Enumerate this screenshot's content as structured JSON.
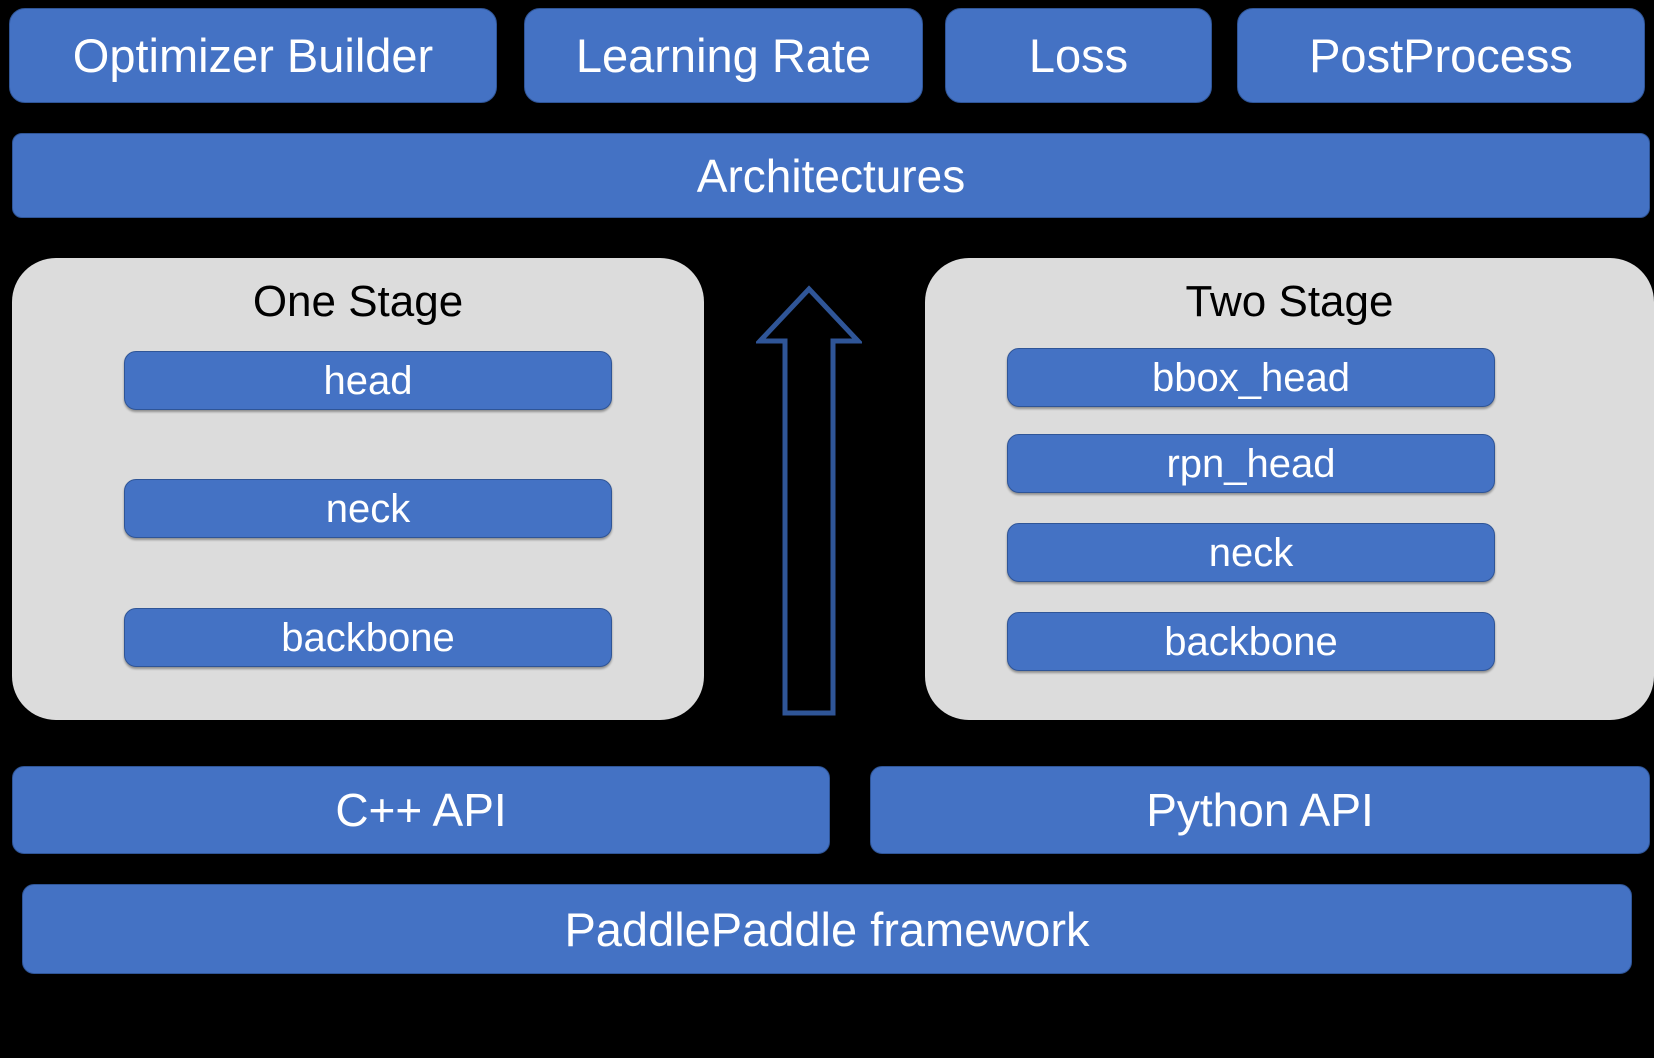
{
  "diagram": {
    "title": "PaddleDetection architecture stack",
    "colors": {
      "background": "#000000",
      "box_fill": "#4472c4",
      "box_border": "#2f5597",
      "box_text": "#ffffff",
      "panel_fill": "#dcdcdc",
      "panel_text": "#000000",
      "arrow_stroke": "#2f5597"
    },
    "top_row": [
      {
        "label": "Optimizer Builder"
      },
      {
        "label": "Learning Rate"
      },
      {
        "label": "Loss"
      },
      {
        "label": "PostProcess"
      }
    ],
    "architectures": {
      "label": "Architectures"
    },
    "stages": [
      {
        "title": "One Stage",
        "items": [
          {
            "label": "head"
          },
          {
            "label": "neck"
          },
          {
            "label": "backbone"
          }
        ]
      },
      {
        "title": "Two Stage",
        "items": [
          {
            "label": "bbox_head"
          },
          {
            "label": "rpn_head"
          },
          {
            "label": "neck"
          },
          {
            "label": "backbone"
          }
        ]
      }
    ],
    "arrow": {
      "name": "upward-arrow",
      "direction": "up"
    },
    "api_row": [
      {
        "label": "C++ API"
      },
      {
        "label": "Python API"
      }
    ],
    "framework": {
      "label": "PaddlePaddle framework"
    }
  }
}
